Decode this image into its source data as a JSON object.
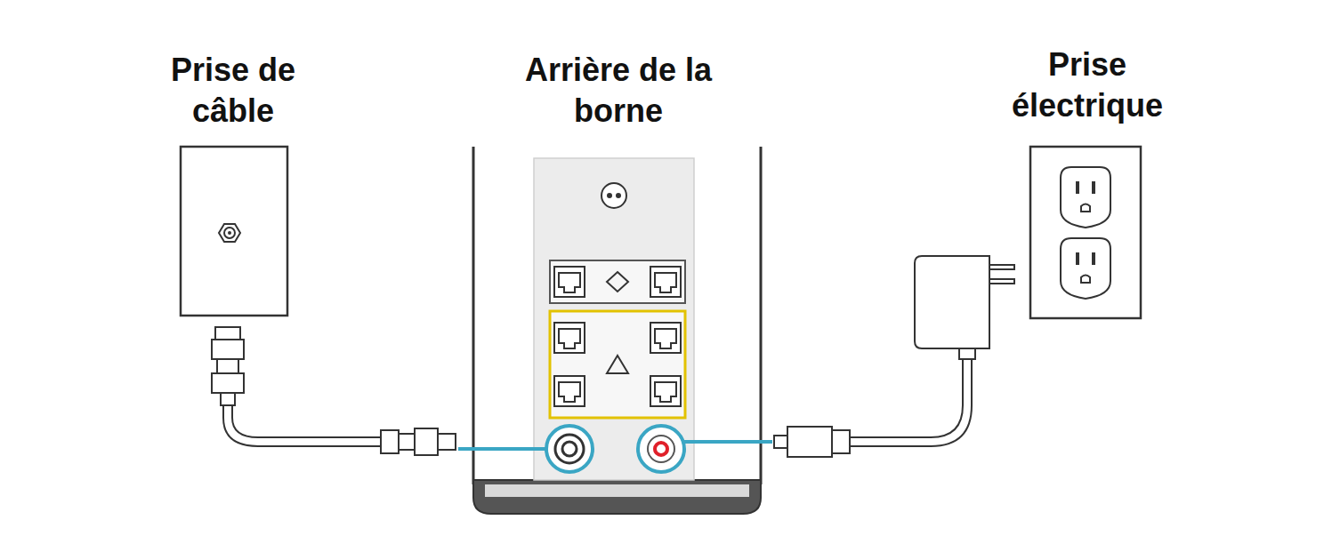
{
  "diagram": {
    "labels": [
      "Prise de câble",
      "Arrière de la borne",
      "Prise électrique"
    ]
  }
}
